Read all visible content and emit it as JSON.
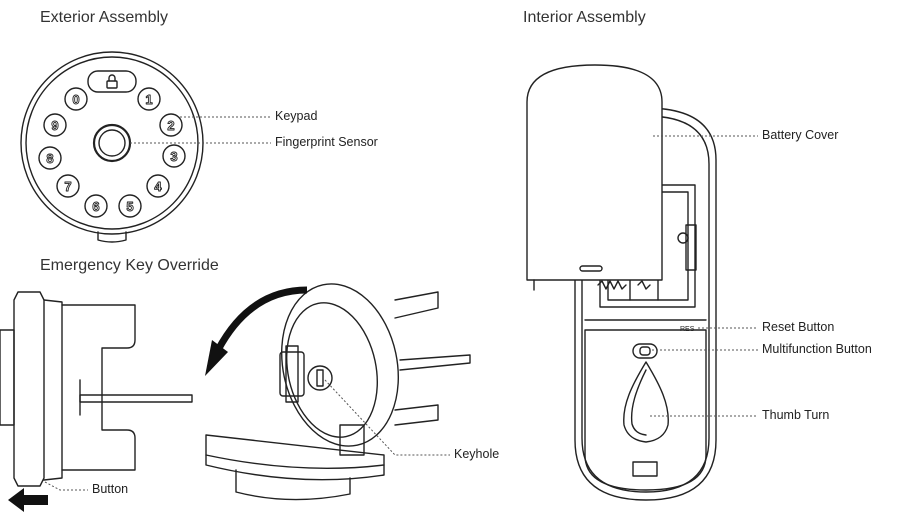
{
  "headings": {
    "exterior": "Exterior Assembly",
    "interior": "Interior Assembly",
    "emergency": "Emergency Key Override"
  },
  "labels": {
    "keypad": "Keypad",
    "fingerprint": "Fingerprint Sensor",
    "battery_cover": "Battery Cover",
    "reset_button": "Reset Button",
    "multifunction_button": "Multifunction Button",
    "thumb_turn": "Thumb Turn",
    "keyhole": "Keyhole",
    "button": "Button"
  },
  "keypad_digits": [
    "0",
    "1",
    "2",
    "3",
    "4",
    "5",
    "6",
    "7",
    "8",
    "9"
  ],
  "reset_marking": "RES",
  "colors": {
    "line": "#222222",
    "leader": "#555555",
    "arrow": "#111111"
  }
}
